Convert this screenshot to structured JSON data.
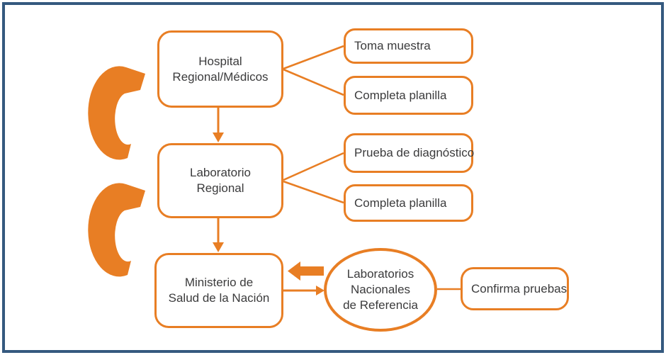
{
  "diagram": {
    "type": "flowchart",
    "nodes": {
      "hospital": {
        "label": "Hospital\nRegional/Médicos"
      },
      "laboratorio": {
        "label": "Laboratorio\nRegional"
      },
      "ministerio": {
        "label": "Ministerio de\nSalud de la Nación"
      },
      "toma_muestra": {
        "label": "Toma muestra"
      },
      "completa_planilla_1": {
        "label": "Completa planilla"
      },
      "prueba_diagnostico": {
        "label": "Prueba de diagnóstico"
      },
      "completa_planilla_2": {
        "label": "Completa planilla"
      },
      "laboratorios_nacionales": {
        "label": "Laboratorios\nNacionales\nde Referencia"
      },
      "confirma_pruebas": {
        "label": "Confirma pruebas"
      }
    },
    "connections": [
      {
        "from": "hospital",
        "to": "toma_muestra",
        "style": "line"
      },
      {
        "from": "hospital",
        "to": "completa_planilla_1",
        "style": "line"
      },
      {
        "from": "hospital",
        "to": "laboratorio",
        "style": "arrow-down"
      },
      {
        "from": "laboratorio",
        "to": "prueba_diagnostico",
        "style": "line"
      },
      {
        "from": "laboratorio",
        "to": "completa_planilla_2",
        "style": "line"
      },
      {
        "from": "laboratorio",
        "to": "ministerio",
        "style": "arrow-down"
      },
      {
        "from": "ministerio",
        "to": "laboratorios_nacionales",
        "style": "arrow-right"
      },
      {
        "from": "laboratorios_nacionales",
        "to": "ministerio",
        "style": "thick-arrow-left"
      },
      {
        "from": "laboratorios_nacionales",
        "to": "confirma_pruebas",
        "style": "line"
      },
      {
        "at": "hospital-laboratorio",
        "style": "cycle-arrow"
      },
      {
        "at": "laboratorio-ministerio",
        "style": "cycle-arrow"
      }
    ],
    "colors": {
      "accent_orange": "#e87e24",
      "frame_blue": "#35597f",
      "text_ink": "#3b3b3c",
      "background": "#ffffff"
    }
  }
}
